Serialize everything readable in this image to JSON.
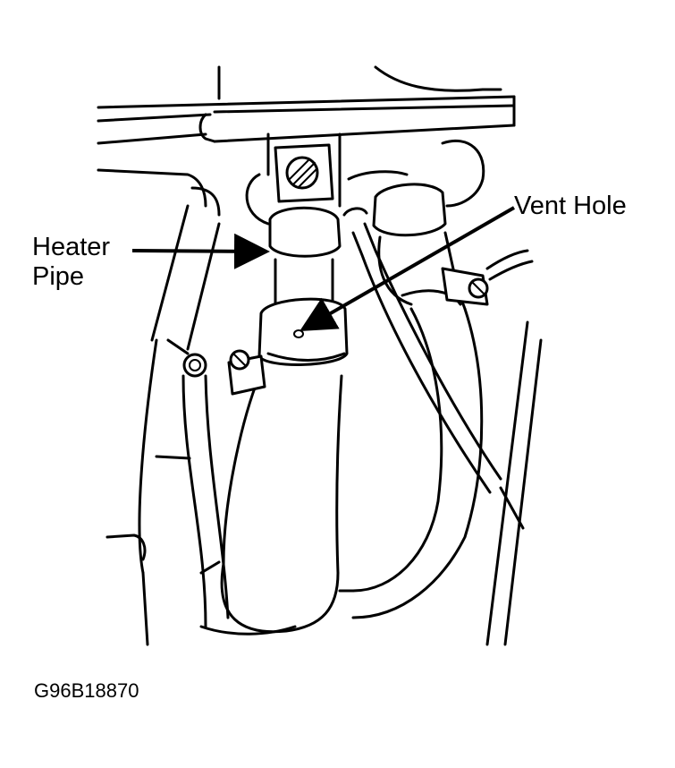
{
  "labels": {
    "heater_line1": "Heater",
    "heater_line2": "Pipe",
    "vent_hole": "Vent Hole",
    "figure_code": "G96B18870"
  },
  "colors": {
    "ink": "#000000",
    "background": "#ffffff"
  }
}
